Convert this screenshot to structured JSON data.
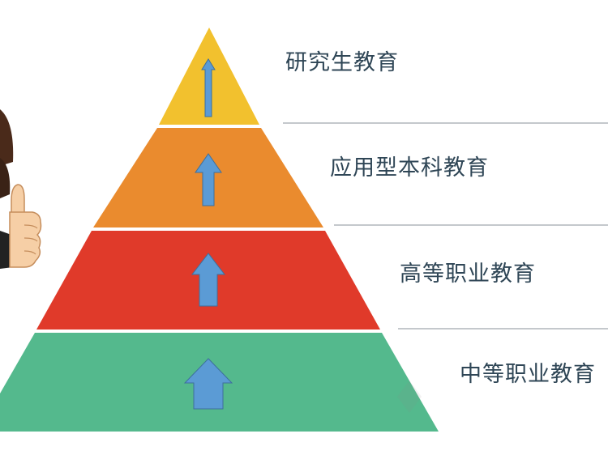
{
  "pyramid": {
    "tiers": [
      {
        "label": "研究生教育",
        "color": "#f2c12e"
      },
      {
        "label": "应用型本科教育",
        "color": "#ea8b2e"
      },
      {
        "label": "高等职业教育",
        "color": "#e03a2a"
      },
      {
        "label": "中等职业教育",
        "color": "#54b98d"
      }
    ],
    "arrow_color": "#5b9bd5",
    "divider_color": "#b0b6bb"
  }
}
